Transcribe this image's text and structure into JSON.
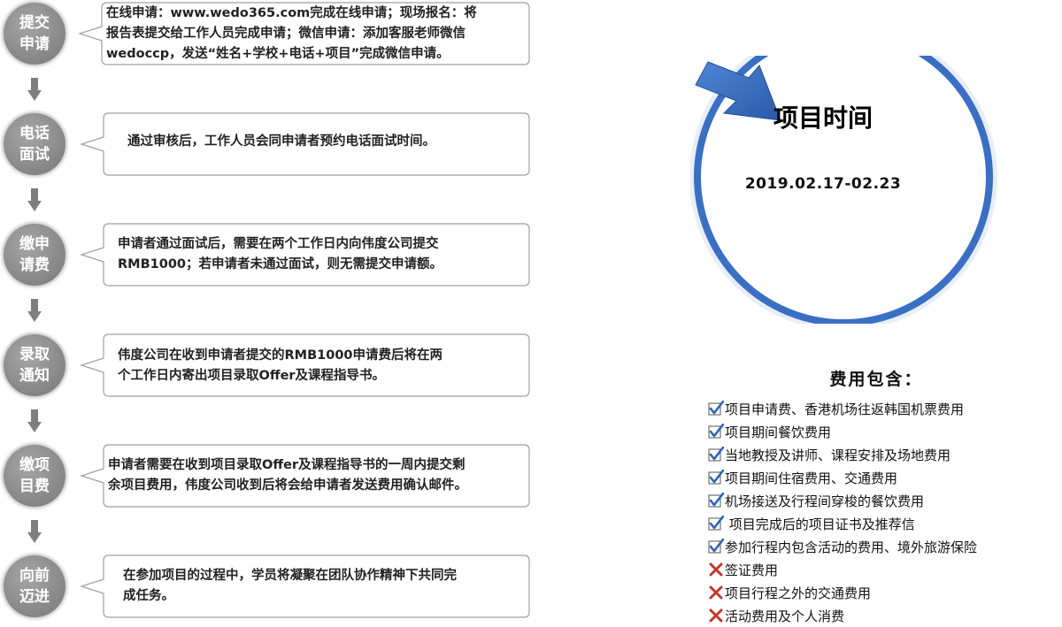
{
  "steps": [
    {
      "line1": "提交",
      "line2": "申请",
      "text": [
        "在线申请：www.wedo365.com完成在线申请；现场报名：将",
        "报告表提交给工作人员完成申请；微信申请：添加客服老师微信",
        "wedoccp，发送“姓名+学校+电话+项目”完成微信申请。"
      ]
    },
    {
      "line1": "电话",
      "line2": "面试",
      "text": [
        "通过审核后，工作人员会同申请者预约电话面试时间。"
      ]
    },
    {
      "line1": "缴申",
      "line2": "请费",
      "text": [
        "申请者通过面试后，需要在两个工作日内向伟度公司提交",
        "RMB1000；若申请者未通过面试，则无需提交申请额。"
      ]
    },
    {
      "line1": "录取",
      "line2": "通知",
      "text": [
        "伟度公司在收到申请者提交的RMB1000申请费后将在两",
        "个工作日内寄出项目录取Offer及课程指导书。"
      ]
    },
    {
      "line1": "缴项",
      "line2": "目费",
      "text": [
        "申请者需要在收到项目录取Offer及课程指导书的一周内提交剩",
        "余项目费用，伟度公司收到后将会给申请者发送费用确认邮件。"
      ]
    },
    {
      "line1": "向前",
      "line2": "迈进",
      "text": [
        "在参加项目的过程中，学员将凝聚在团队协作精神下共同完",
        "成任务。"
      ]
    }
  ],
  "project": {
    "title": "项目时间",
    "date": "2019.02.17-02.23"
  },
  "fees": {
    "title": "费用包含：",
    "items": [
      {
        "label": "项目申请费、香港机场往返韩国机票费用",
        "included": true
      },
      {
        "label": "项目期间餐饮费用",
        "included": true
      },
      {
        "label": "当地教授及讲师、课程安排及场地费用",
        "included": true
      },
      {
        "label": "项目期间住宿费用、交通费用",
        "included": true
      },
      {
        "label": "机场接送及行程间穿梭的餐饮费用",
        "included": true
      },
      {
        "label": " 项目完成后的项目证书及推荐信",
        "included": true
      },
      {
        "label": "参加行程内包含活动的费用、境外旅游保险",
        "included": true
      },
      {
        "label": "签证费用",
        "included": false
      },
      {
        "label": "项目行程之外的交通费用",
        "included": false
      },
      {
        "label": "活动费用及个人消费",
        "included": false
      }
    ]
  },
  "colors": {
    "circle_gray": "#8a8a8a",
    "ring_blue": "#3a6fc4",
    "check_blue": "#2e64b8",
    "cross_red": "#c0392b",
    "box_border": "#a0a0a0"
  }
}
